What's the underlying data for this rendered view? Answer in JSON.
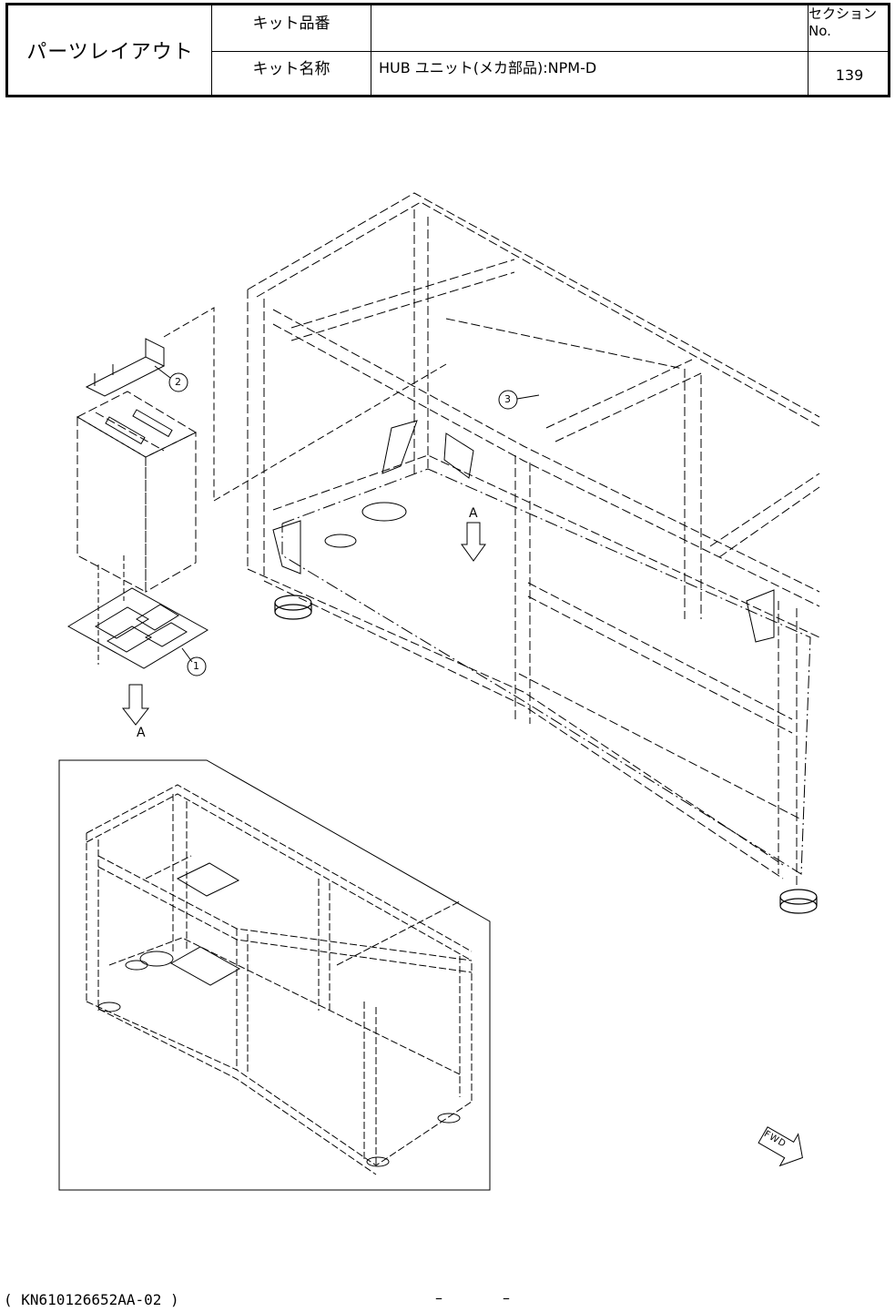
{
  "title_block": {
    "title": "パーツレイアウト",
    "kit_number_label": "キット品番",
    "kit_number_value": "",
    "kit_name_label": "キット名称",
    "kit_name_value": "HUB ユニット(メカ部品):NPM-D",
    "section_label": "セクションNo.",
    "section_value": "139"
  },
  "drawing": {
    "callouts": [
      "1",
      "2",
      "3"
    ],
    "view_labels": [
      "A",
      "A"
    ],
    "fwd_label": "FWD"
  },
  "footer": {
    "code": "( KN610126652AA-02 )",
    "dash_left": "–",
    "dash_right": "–"
  }
}
